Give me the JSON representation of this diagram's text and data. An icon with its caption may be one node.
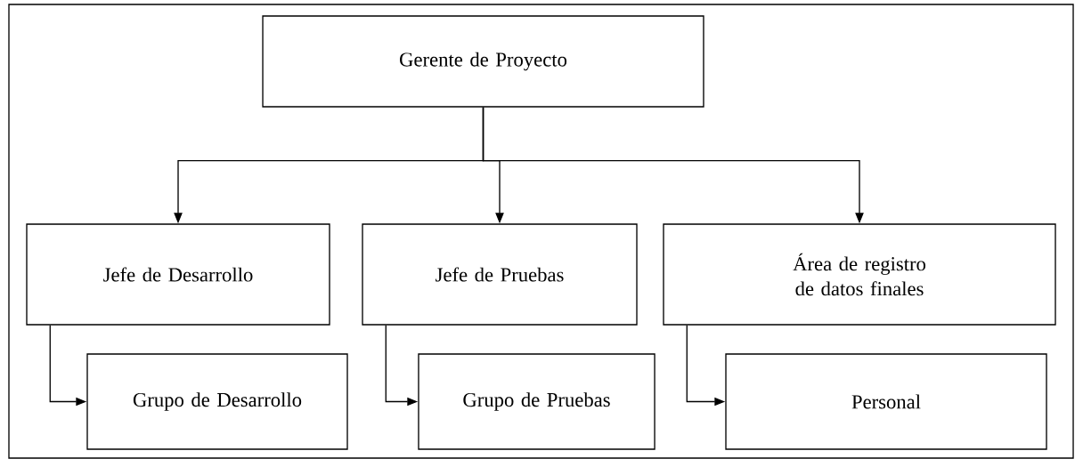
{
  "diagram": {
    "nodes": [
      {
        "text": [
          "Gerente de Proyecto"
        ]
      },
      {
        "text": [
          "Jefe de Desarrollo"
        ]
      },
      {
        "text": [
          "Jefe de Pruebas"
        ]
      },
      {
        "text": [
          "Área de registro de datos finales"
        ]
      },
      {
        "text": [
          "Grupo de Desarrollo"
        ]
      },
      {
        "text": [
          "Grupo de Pruebas"
        ]
      },
      {
        "text": [
          "Personal"
        ]
      }
    ],
    "edges": [
      {
        "from": 0,
        "to": 1,
        "arrow": "to"
      },
      {
        "from": 0,
        "to": 2,
        "arrow": "to"
      },
      {
        "from": 0,
        "to": 3,
        "arrow": "to"
      },
      {
        "from": 1,
        "to": 4,
        "arrow": "to"
      },
      {
        "from": 2,
        "to": 5,
        "arrow": "to"
      },
      {
        "from": 3,
        "to": 6,
        "arrow": "to"
      }
    ]
  }
}
